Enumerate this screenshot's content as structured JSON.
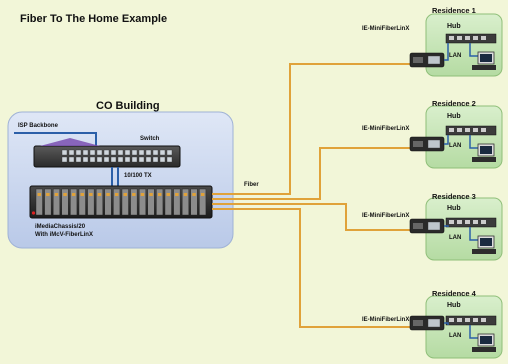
{
  "title": "Fiber To The Home Example",
  "co_building": {
    "label": "CO Building",
    "isp_backbone": "ISP Backbone",
    "switch_label": "Switch",
    "tx_label": "10/100 TX",
    "chassis_line1": "iMediaChassis/20",
    "chassis_line2": "With iMcV-FiberLinX"
  },
  "fiber_label": "Fiber",
  "converter_label": "IE-MiniFiberLinX",
  "residences": [
    {
      "name": "Residence 1",
      "hub": "Hub",
      "lan": "LAN"
    },
    {
      "name": "Residence 2",
      "hub": "Hub",
      "lan": "LAN"
    },
    {
      "name": "Residence 3",
      "hub": "Hub",
      "lan": "LAN"
    },
    {
      "name": "Residence 4",
      "hub": "Hub",
      "lan": "LAN"
    }
  ],
  "colors": {
    "background": "#f2f6d8",
    "co_box": "#c8d6ee",
    "residence_box": "#c7e3b8",
    "fiber": "#e0a23a",
    "copper": "#2b5fa8"
  }
}
